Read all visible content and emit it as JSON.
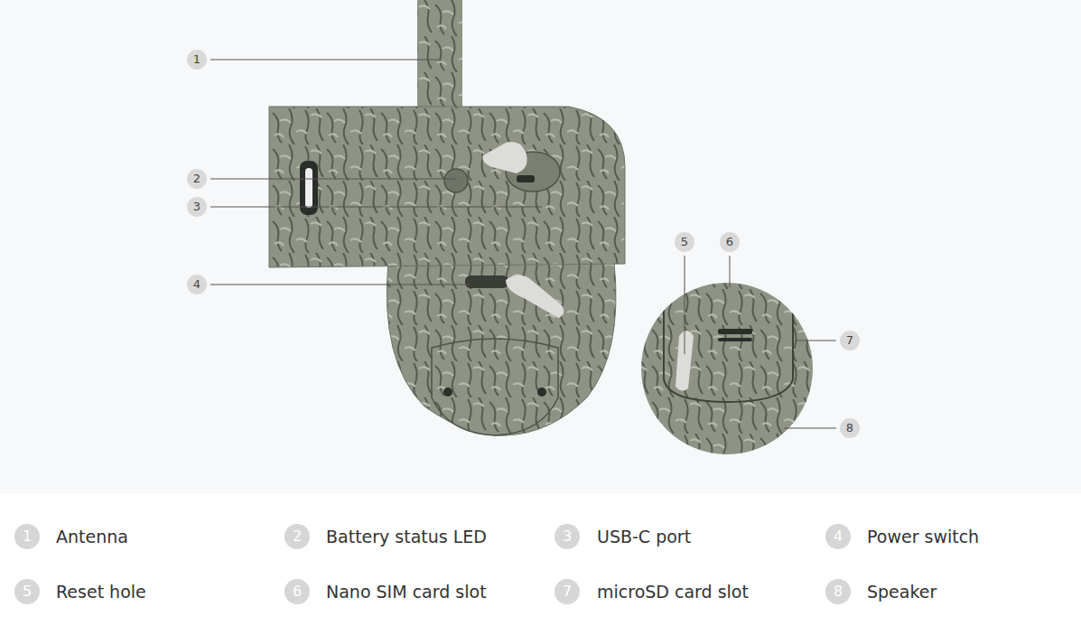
{
  "diagram": {
    "labels": [
      "1",
      "2",
      "3",
      "4",
      "5",
      "6",
      "7",
      "8",
      "1",
      "Antenna",
      "2",
      "Battery status LED",
      "3",
      "USB-C port",
      "4",
      "Power switch",
      "5",
      "Reset hole",
      "6",
      "Nano SIM card slot",
      "7",
      "microSD card slot",
      "8",
      "Speaker"
    ]
  }
}
